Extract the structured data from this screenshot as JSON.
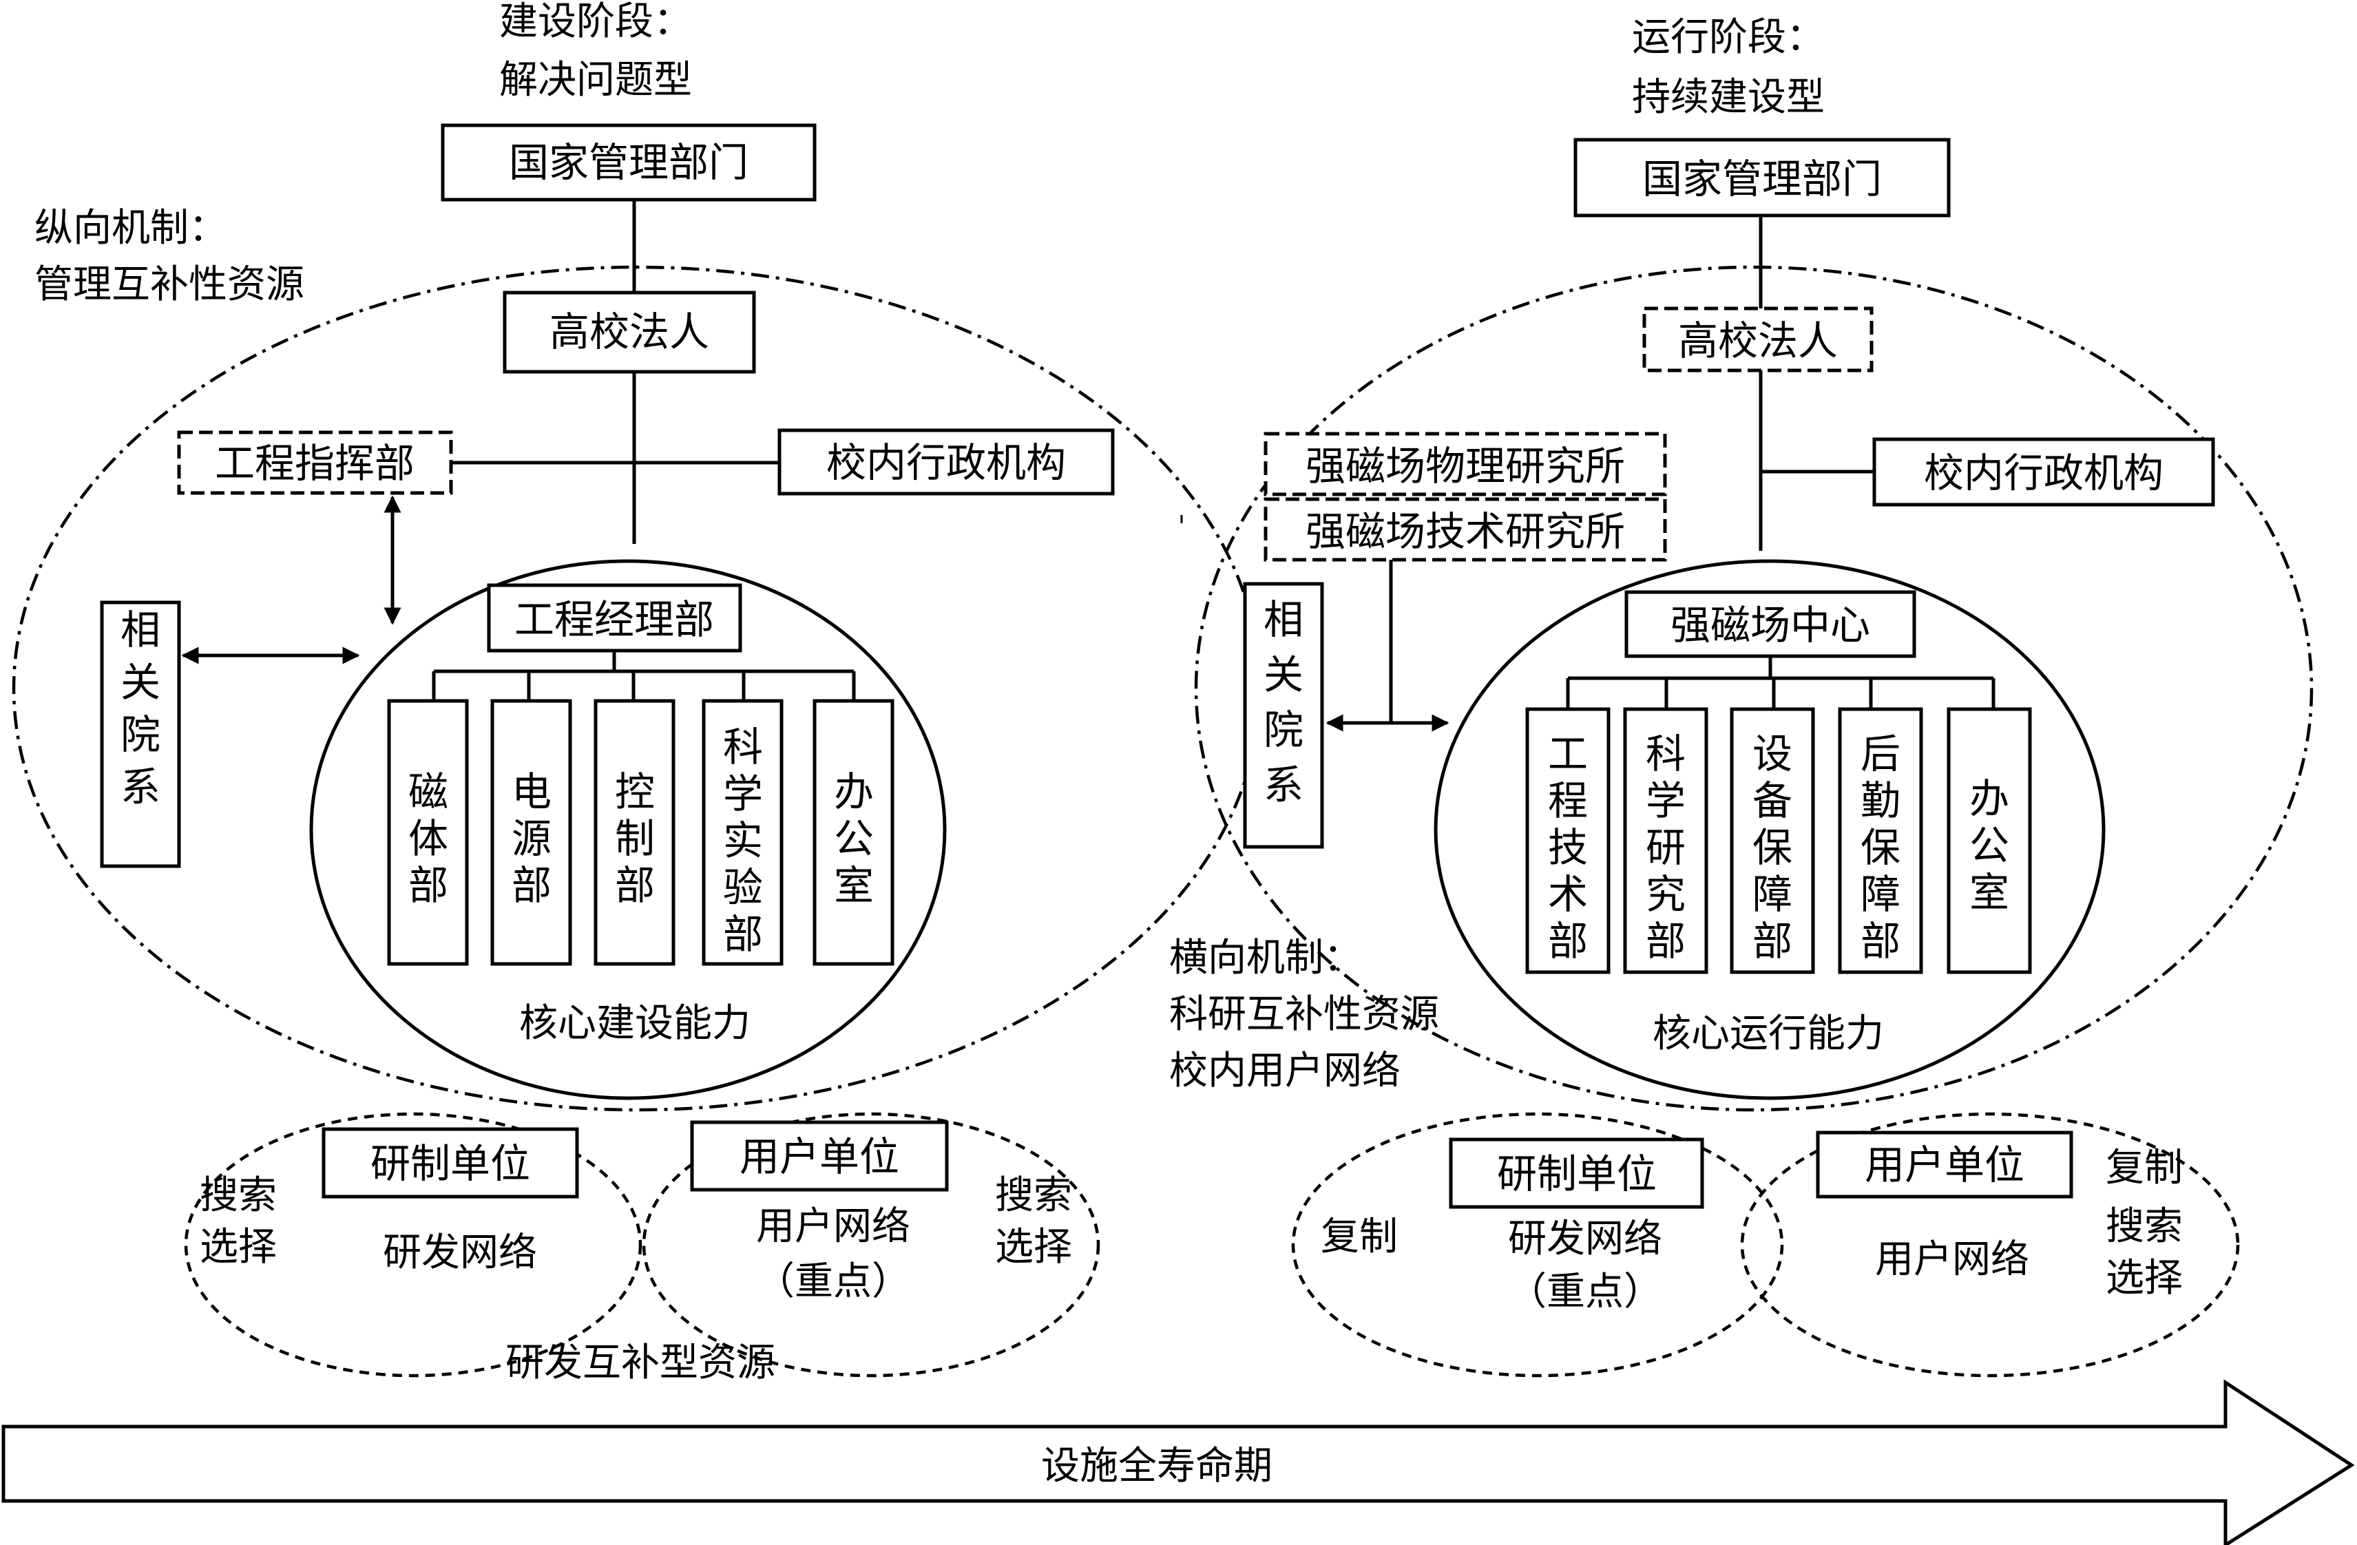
{
  "timeline": {
    "label": "设施全寿命期"
  },
  "construction": {
    "stage_title": "建设阶段：",
    "stage_type": "解决问题型",
    "national_dept": "国家管理部门",
    "vertical_mechanism_title": "纵向机制：",
    "vertical_mechanism_desc": "管理互补性资源",
    "university": "高校法人",
    "project_command": "工程指挥部",
    "admin_org": "校内行政机构",
    "related_depts": "相关院系",
    "core_box": "工程经理部",
    "core_units": [
      "磁体部",
      "电源部",
      "控制部",
      "科学实验部",
      "办公室"
    ],
    "core_caption": "核心建设能力",
    "rd_unit": "研制单位",
    "rd_network": "研发网络",
    "rd_action": "搜索选择",
    "user_unit": "用户单位",
    "user_network": "用户网络",
    "user_focus": "（重点）",
    "user_action": "搜索选择",
    "bottom_caption": "研发互补型资源"
  },
  "operation": {
    "stage_title": "运行阶段：",
    "stage_type": "持续建设型",
    "national_dept": "国家管理部门",
    "university": "高校法人",
    "admin_org": "校内行政机构",
    "institute_physics": "强磁场物理研究所",
    "institute_tech": "强磁场技术研究所",
    "related_depts": "相关院系",
    "core_box": "强磁场中心",
    "core_units": [
      "工程技术部",
      "科学研究部",
      "设备保障部",
      "后勤保障部",
      "办公室"
    ],
    "core_caption": "核心运行能力",
    "horizontal_mechanism_title": "横向机制：",
    "horizontal_mechanism_desc1": "科研互补性资源",
    "horizontal_mechanism_desc2": "校内用户网络",
    "rd_unit": "研制单位",
    "rd_network": "研发网络",
    "rd_focus": "（重点）",
    "rd_action": "复制",
    "user_unit": "用户单位",
    "user_network": "用户网络",
    "user_action1": "复制",
    "user_action2": "搜索选择"
  }
}
